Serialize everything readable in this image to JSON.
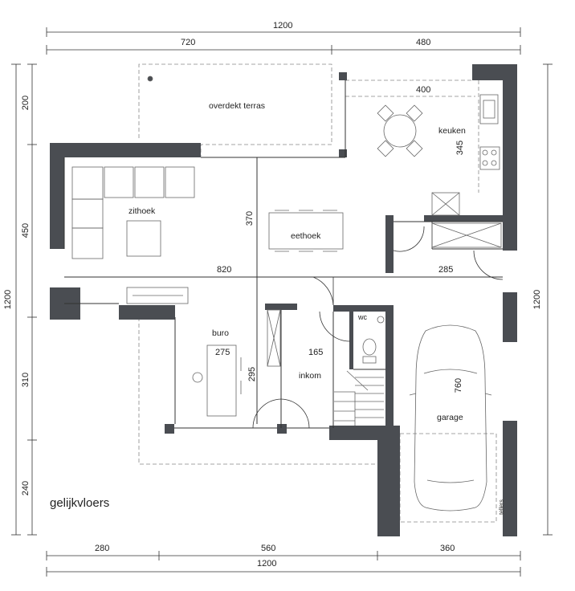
{
  "floor_title": "gelijkvloers",
  "rooms": {
    "terrace": "overdekt terras",
    "kitchen": "keuken",
    "living": "zithoek",
    "dining": "eethoek",
    "office": "buro",
    "toilet": "wc",
    "hall": "inkom",
    "garage": "garage",
    "meters": "tellers"
  },
  "dimensions": {
    "top_total": "1200",
    "top_left": "720",
    "top_right": "480",
    "bottom_left": "280",
    "bottom_mid": "560",
    "bottom_right": "360",
    "bottom_total": "1200",
    "left_total": "1200",
    "left_200": "200",
    "left_450": "450",
    "left_310": "310",
    "left_240": "240",
    "right_total": "1200",
    "kitchen_width": "400",
    "kitchen_depth": "345",
    "dining_depth": "370",
    "living_width": "820",
    "garage_width": "285",
    "garage_depth": "760",
    "office_width": "275",
    "hall_width": "165",
    "office_depth": "295"
  },
  "colors": {
    "wall": "#4a4d52",
    "line": "#333333",
    "dashed": "#888888",
    "furniture": "#666666"
  }
}
